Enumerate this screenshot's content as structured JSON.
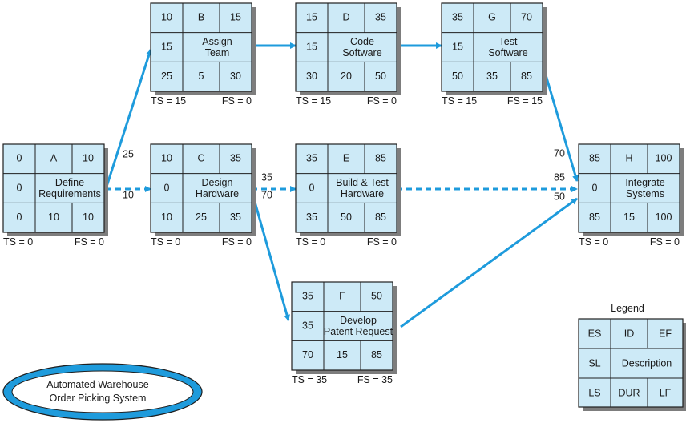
{
  "colors": {
    "node_fill": "#cdeaf7",
    "arrow": "#1e9bdc",
    "shadow": "#7d7d7d",
    "ellipse_outer": "#1e9bdc"
  },
  "nodes": [
    {
      "id": "A",
      "es": "0",
      "ef": "10",
      "sl": "0",
      "ls": "0",
      "dur": "10",
      "lf": "10",
      "desc": [
        "Define",
        "Requirements"
      ],
      "ts": "TS = 0",
      "fs": "FS = 0"
    },
    {
      "id": "B",
      "es": "10",
      "ef": "15",
      "sl": "15",
      "ls": "25",
      "dur": "5",
      "lf": "30",
      "desc": [
        "Assign",
        "Team"
      ],
      "ts": "TS = 15",
      "fs": "FS = 0"
    },
    {
      "id": "C",
      "es": "10",
      "ef": "35",
      "sl": "0",
      "ls": "10",
      "dur": "25",
      "lf": "35",
      "desc": [
        "Design",
        "Hardware"
      ],
      "ts": "TS = 0",
      "fs": "FS = 0"
    },
    {
      "id": "D",
      "es": "15",
      "ef": "35",
      "sl": "15",
      "ls": "30",
      "dur": "20",
      "lf": "50",
      "desc": [
        "Code",
        "Software"
      ],
      "ts": "TS = 15",
      "fs": "FS = 0"
    },
    {
      "id": "E",
      "es": "35",
      "ef": "85",
      "sl": "0",
      "ls": "35",
      "dur": "50",
      "lf": "85",
      "desc": [
        "Build & Test",
        "Hardware"
      ],
      "ts": "TS = 0",
      "fs": "FS = 0"
    },
    {
      "id": "F",
      "es": "35",
      "ef": "50",
      "sl": "35",
      "ls": "70",
      "dur": "15",
      "lf": "85",
      "desc": [
        "Develop",
        "Patent Request"
      ],
      "ts": "TS = 35",
      "fs": "FS = 35"
    },
    {
      "id": "G",
      "es": "35",
      "ef": "70",
      "sl": "15",
      "ls": "50",
      "dur": "35",
      "lf": "85",
      "desc": [
        "Test",
        "Software"
      ],
      "ts": "TS = 15",
      "fs": "FS = 15"
    },
    {
      "id": "H",
      "es": "85",
      "ef": "100",
      "sl": "0",
      "ls": "85",
      "dur": "15",
      "lf": "100",
      "desc": [
        "Integrate",
        "Systems"
      ],
      "ts": "TS = 0",
      "fs": "FS = 0"
    }
  ],
  "edges": [
    {
      "from": "A",
      "to": "B",
      "dashed": false,
      "labels": [
        "25"
      ]
    },
    {
      "from": "A",
      "to": "C",
      "dashed": true,
      "labels": [
        "10"
      ]
    },
    {
      "from": "B",
      "to": "D",
      "dashed": false,
      "labels": []
    },
    {
      "from": "D",
      "to": "G",
      "dashed": false,
      "labels": []
    },
    {
      "from": "C",
      "to": "E",
      "dashed": true,
      "labels": [
        "35",
        "70"
      ]
    },
    {
      "from": "C",
      "to": "F",
      "dashed": false,
      "labels": []
    },
    {
      "from": "G",
      "to": "H",
      "dashed": false,
      "labels": [
        "70"
      ]
    },
    {
      "from": "E",
      "to": "H",
      "dashed": true,
      "labels": [
        "85"
      ]
    },
    {
      "from": "F",
      "to": "H",
      "dashed": false,
      "labels": [
        "50"
      ]
    }
  ],
  "legend": {
    "title": "Legend",
    "es": "ES",
    "id": "ID",
    "ef": "EF",
    "sl": "SL",
    "desc": "Description",
    "ls": "LS",
    "dur": "DUR",
    "lf": "LF"
  },
  "project": {
    "lines": [
      "Automated Warehouse",
      "Order Picking System"
    ]
  }
}
